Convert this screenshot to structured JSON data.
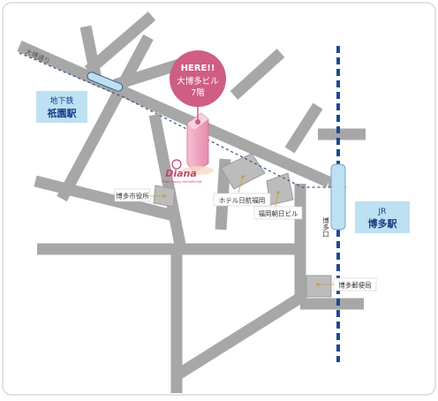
{
  "map": {
    "pin_line1": "HERE!!",
    "pin_line2": "大博多ビル",
    "pin_line3": "7階",
    "station_gion_line1": "地下鉄",
    "station_gion_line2": "祇園駅",
    "station_hakata_line1": "JR",
    "station_hakata_line2": "博多駅",
    "road_label_taihaku": "大博通り",
    "label_city_hall": "博多市役所",
    "label_hotel_nikko": "ホテル日航福岡",
    "label_fukuoka_asahi": "福岡朝日ビル",
    "label_hakata_exit": "博多口",
    "label_post_office": "博多郵便局",
    "logo_text": "Diana",
    "logo_subtext": "Pride Luxury SHOWROOM"
  },
  "colors": {
    "road": "#a7a7a7",
    "background": "#ffffff",
    "station_box": "#bde0f3",
    "station_text": "#1b3d8a",
    "jr_line": "#1b4a95",
    "subway_line": "#3d5a8c",
    "pin": "#cf5d84",
    "tower": "#f2a7c1",
    "logo": "#c0476e"
  }
}
